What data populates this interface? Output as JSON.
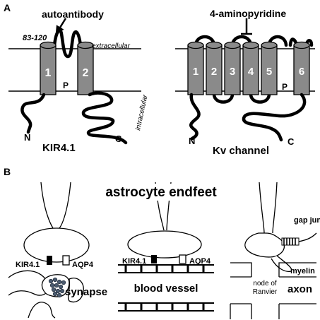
{
  "panel_a": {
    "label": "A",
    "kir": {
      "title": "KIR4.1",
      "antibody": "autoantibody",
      "residues": "83-120",
      "extracellular": "extracellular",
      "intracellular": "intracellular",
      "segments": [
        "1",
        "2"
      ],
      "pore": "P",
      "n": "N",
      "c": "C"
    },
    "kv": {
      "title": "Kv channel",
      "blocker": "4-aminopyridine",
      "segments": [
        "1",
        "2",
        "3",
        "4",
        "5",
        "6"
      ],
      "pore": "P",
      "n": "N",
      "c": "C"
    }
  },
  "panel_b": {
    "label": "B",
    "title": "astrocyte endfeet",
    "synapse": {
      "kir": "KIR4.1",
      "aqp": "AQP4",
      "label": "synapse"
    },
    "vessel": {
      "kir": "KIR4.1",
      "aqp": "AQP4",
      "label": "blood vessel"
    },
    "axon": {
      "gap": "gap junctions",
      "myelin": "myelin",
      "node_line1": "node of",
      "node_line2": "Ranvier",
      "axon": "axon"
    }
  },
  "colors": {
    "segment_fill": "#8a8a8a",
    "line": "#000000",
    "background": "#ffffff"
  }
}
